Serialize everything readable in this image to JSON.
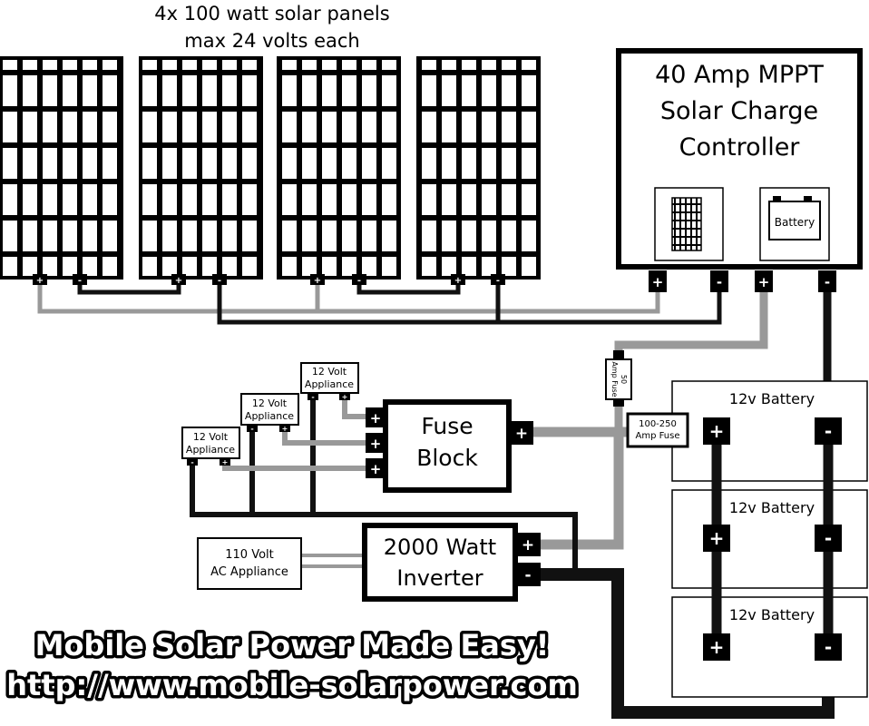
{
  "panels": {
    "caption_line1": "4x 100 watt solar panels",
    "caption_line2": "max 24 volts each"
  },
  "controller": {
    "title_line1": "40 Amp MPPT",
    "title_line2": "Solar Charge",
    "title_line3": "Controller",
    "battery_icon_label": "Battery"
  },
  "fuse_block": {
    "line1": "Fuse",
    "line2": "Block"
  },
  "inverter": {
    "line1": "2000 Watt",
    "line2": "Inverter"
  },
  "ac_appliance": {
    "line1": "110 Volt",
    "line2": "AC Appliance"
  },
  "appliances": [
    {
      "line1": "12 Volt",
      "line2": "Appliance"
    },
    {
      "line1": "12 Volt",
      "line2": "Appliance"
    },
    {
      "line1": "12 Volt",
      "line2": "Appliance"
    }
  ],
  "fuse_50": {
    "line1": "50",
    "line2": "Amp Fuse"
  },
  "main_fuse": {
    "line1": "100-250",
    "line2": "Amp Fuse"
  },
  "batteries": [
    {
      "label": "12v Battery"
    },
    {
      "label": "12v Battery"
    },
    {
      "label": "12v Battery"
    }
  ],
  "terminals": {
    "plus": "+",
    "minus": "-"
  },
  "banner": {
    "line1": "Mobile Solar Power Made Easy!",
    "line2": "http://www.mobile-solarpower.com"
  }
}
